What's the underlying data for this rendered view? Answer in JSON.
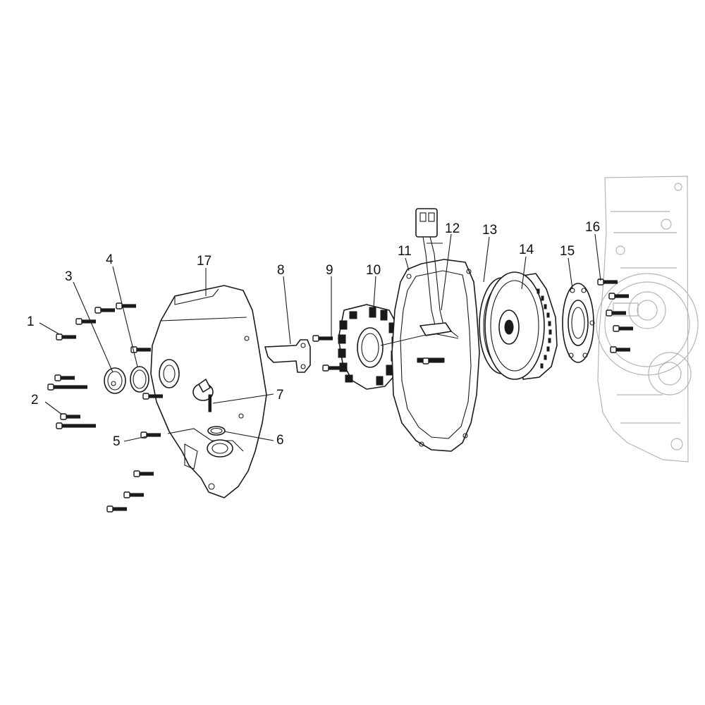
{
  "diagram": {
    "callouts": [
      {
        "id": "1",
        "text": "1"
      },
      {
        "id": "2",
        "text": "2"
      },
      {
        "id": "3",
        "text": "3"
      },
      {
        "id": "4",
        "text": "4"
      },
      {
        "id": "5",
        "text": "5"
      },
      {
        "id": "6",
        "text": "6"
      },
      {
        "id": "7",
        "text": "7"
      },
      {
        "id": "8",
        "text": "8"
      },
      {
        "id": "9",
        "text": "9"
      },
      {
        "id": "10",
        "text": "10"
      },
      {
        "id": "11",
        "text": "11"
      },
      {
        "id": "12",
        "text": "12"
      },
      {
        "id": "13",
        "text": "13"
      },
      {
        "id": "14",
        "text": "14"
      },
      {
        "id": "15",
        "text": "15"
      },
      {
        "id": "16",
        "text": "16"
      },
      {
        "id": "17",
        "text": "17"
      }
    ],
    "colors": {
      "line": "#1a1a1a",
      "ghost": "#b5b5b5",
      "background": "#ffffff"
    }
  }
}
